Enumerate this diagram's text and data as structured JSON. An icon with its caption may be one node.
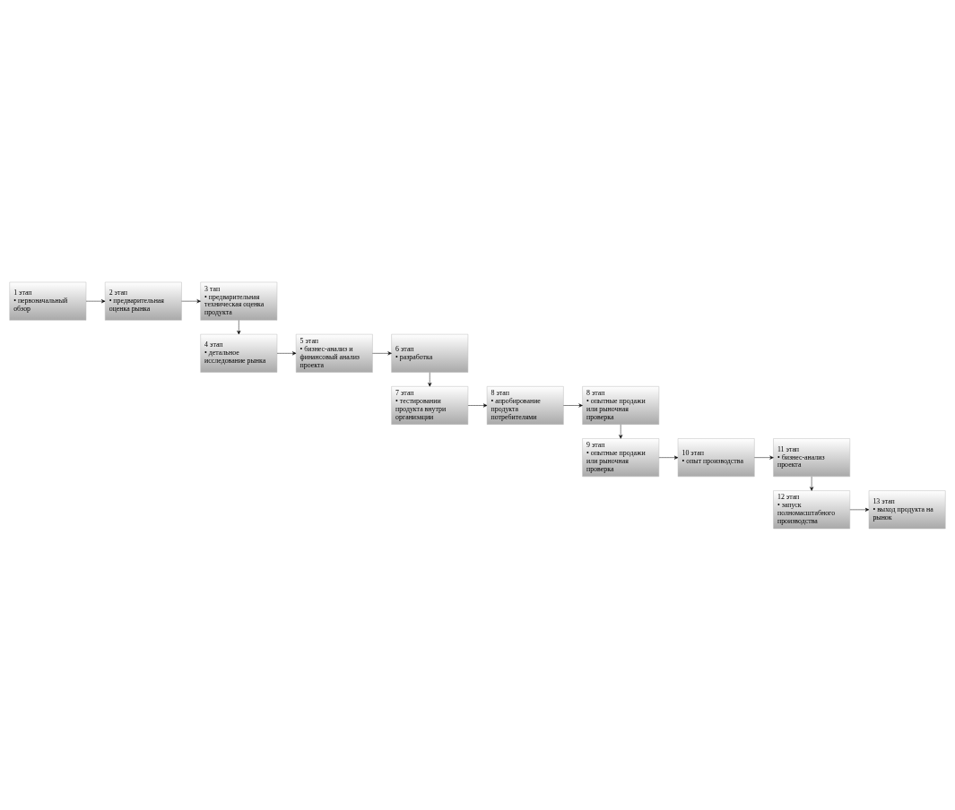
{
  "diagram": {
    "nodes": [
      {
        "text": [
          "1 этап",
          "• первоначальный обзор"
        ]
      },
      {
        "text": [
          "2 этап",
          "• предварительная оценка рынка"
        ]
      },
      {
        "text": [
          "3 тап",
          "• предварительная техническая оценка продукта"
        ]
      },
      {
        "text": [
          "4 этап",
          "• детальное исследование рынка"
        ]
      },
      {
        "text": [
          "5 этап",
          "• бизнес-анализ и финансовый анализ проекта"
        ]
      },
      {
        "text": [
          "6 этап",
          "• разработка"
        ]
      },
      {
        "text": [
          "7 этап",
          "• тестировании продукта внутри организации"
        ]
      },
      {
        "text": [
          "8 этап",
          "• апробирование продукта потребителями"
        ]
      },
      {
        "text": [
          "8 этап",
          "• опытные продажи или рыночная проверка"
        ]
      },
      {
        "text": [
          "9 этап",
          "• опытные продажи или рыночная проверка"
        ]
      },
      {
        "text": [
          "10 этап",
          "• опыт производства"
        ]
      },
      {
        "text": [
          "11 этап",
          "• бизнес-анализ проекта"
        ]
      },
      {
        "text": [
          "12 этап",
          "• запуск полномасштабного производства"
        ]
      },
      {
        "text": [
          "13 этап",
          "• выход продукта на рынок"
        ]
      }
    ],
    "edges": [
      {
        "from": 0,
        "to": 1,
        "arrow": "to"
      },
      {
        "from": 1,
        "to": 2,
        "arrow": "to"
      },
      {
        "from": 2,
        "to": 3,
        "arrow": "to"
      },
      {
        "from": 3,
        "to": 4,
        "arrow": "to"
      },
      {
        "from": 4,
        "to": 5,
        "arrow": "to"
      },
      {
        "from": 5,
        "to": 6,
        "arrow": "to"
      },
      {
        "from": 6,
        "to": 7,
        "arrow": "to"
      },
      {
        "from": 7,
        "to": 8,
        "arrow": "to"
      },
      {
        "from": 8,
        "to": 9,
        "arrow": "to"
      },
      {
        "from": 9,
        "to": 10,
        "arrow": "to"
      },
      {
        "from": 10,
        "to": 11,
        "arrow": "to"
      },
      {
        "from": 11,
        "to": 12,
        "arrow": "to"
      },
      {
        "from": 12,
        "to": 13,
        "arrow": "to"
      }
    ]
  }
}
